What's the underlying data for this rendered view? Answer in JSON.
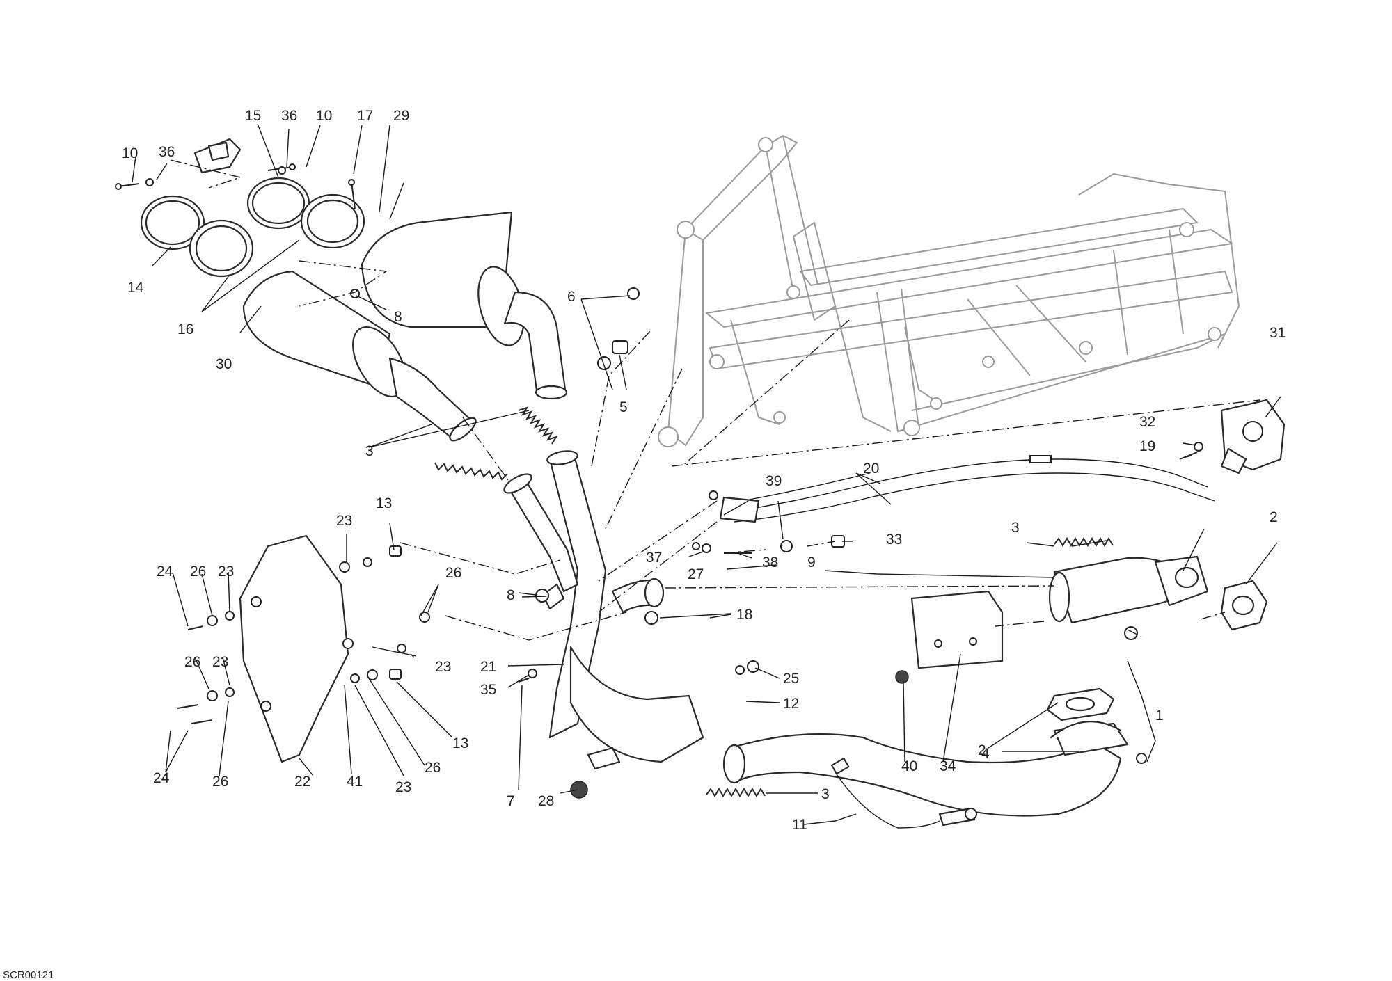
{
  "drawing_code": "SCR00121",
  "callouts": {
    "c1": "1",
    "c2a": "2",
    "c2b": "2",
    "c3a": "3",
    "c3b": "3",
    "c3c": "3",
    "c4": "4",
    "c5": "5",
    "c6": "6",
    "c7": "7",
    "c8a": "8",
    "c8b": "8",
    "c9": "9",
    "c10a": "10",
    "c10b": "10",
    "c11": "11",
    "c12": "12",
    "c13a": "13",
    "c13b": "13",
    "c14": "14",
    "c15": "15",
    "c16": "16",
    "c17": "17",
    "c18": "18",
    "c19": "19",
    "c20": "20",
    "c21": "21",
    "c22": "22",
    "c23a": "23",
    "c23b": "23",
    "c23c": "23",
    "c23d": "23",
    "c24a": "24",
    "c24b": "24",
    "c25": "25",
    "c26a": "26",
    "c26b": "26",
    "c26c": "26",
    "c26d": "26",
    "c26e": "26",
    "c27": "27",
    "c28": "28",
    "c29": "29",
    "c30": "30",
    "c31": "31",
    "c32": "32",
    "c33": "33",
    "c34": "34",
    "c35": "35",
    "c36a": "36",
    "c36b": "36",
    "c37": "37",
    "c38": "38",
    "c39": "39",
    "c40": "40",
    "c41": "41"
  }
}
